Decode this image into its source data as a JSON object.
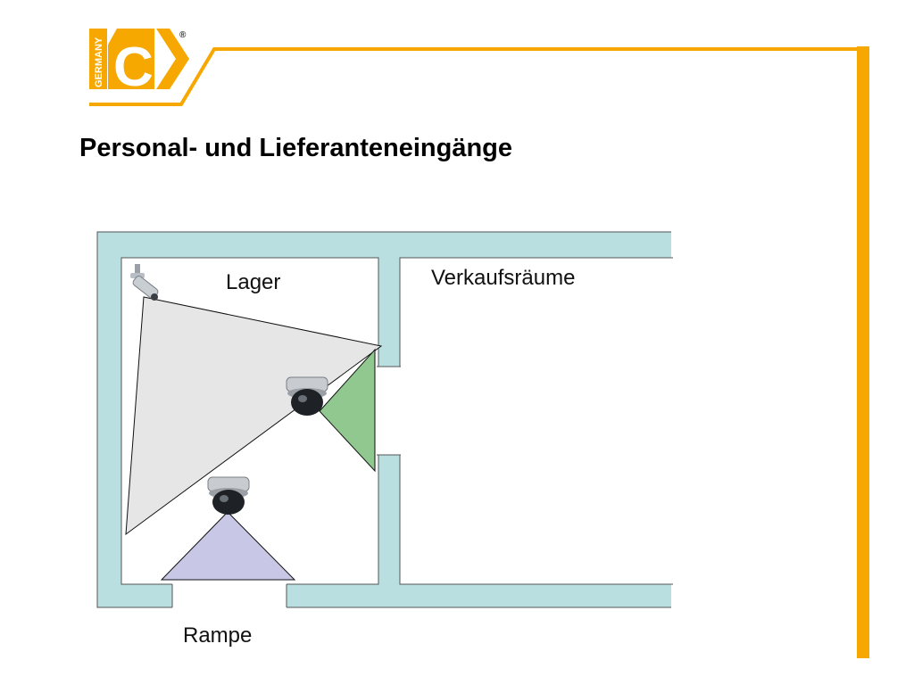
{
  "brand": {
    "logo_letter": "C",
    "logo_country": "GERMANY",
    "registered_mark": "®",
    "accent_color": "#f7a800"
  },
  "slide": {
    "title": "Personal- und Lieferanteneingänge"
  },
  "floor_plan": {
    "wall_color": "#b9dfe1",
    "rooms": {
      "storage": "Lager",
      "sales": "Verkaufsräume"
    },
    "ramp_label": "Rampe",
    "coverage_colors": {
      "bullet_camera": "#e6e6e6",
      "dome_camera_door": "#90c890",
      "dome_camera_ramp": "#c8c8e6"
    },
    "icons": [
      "bullet-camera-icon",
      "dome-camera-icon",
      "dome-camera-icon"
    ]
  }
}
